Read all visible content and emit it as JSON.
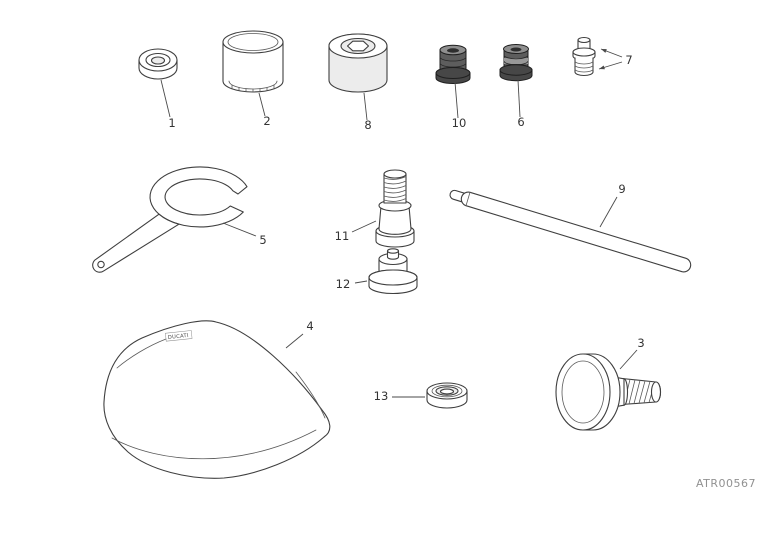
{
  "page": {
    "code": "ATR00567"
  },
  "cover_logo": "DUCATI",
  "labels": {
    "p1": "1",
    "p2": "2",
    "p3": "3",
    "p4": "4",
    "p5": "5",
    "p6": "6",
    "p7": "7",
    "p8": "8",
    "p9": "9",
    "p10": "10",
    "p11": "11",
    "p12": "12",
    "p13": "13"
  }
}
